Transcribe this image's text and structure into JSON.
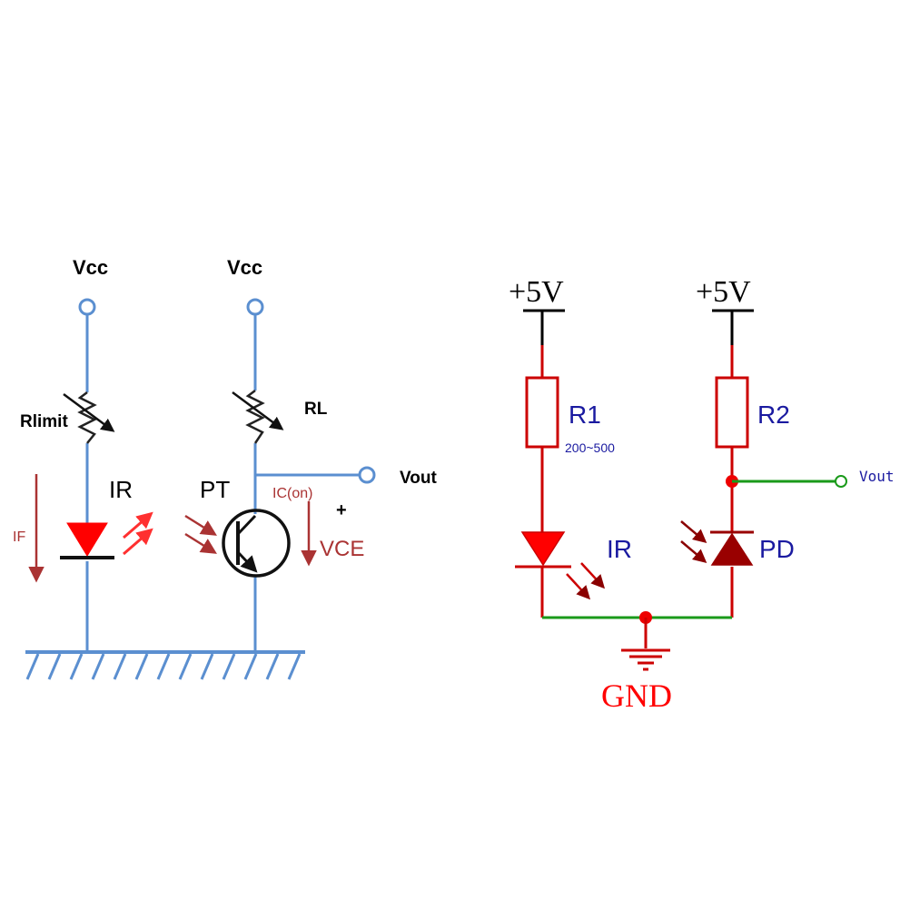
{
  "left_circuit": {
    "vcc_label_1": "Vcc",
    "vcc_label_2": "Vcc",
    "r_limit_label": "Rlimit",
    "r_load_label": "RL",
    "ir_label": "IR",
    "pt_label": "PT",
    "if_label": "IF",
    "ic_label": "IC(on)",
    "plus_label": "+",
    "vce_label": "VCE",
    "vout_label": "Vout",
    "colors": {
      "wire": "#5b8fd0",
      "led": "#ff0000",
      "arrow": "#b04040",
      "text": "#000000"
    }
  },
  "right_circuit": {
    "supply_label_1": "+5V",
    "supply_label_2": "+5V",
    "r1_label": "R1",
    "r1_value": "200~500",
    "r2_label": "R2",
    "ir_label": "IR",
    "pd_label": "PD",
    "vout_label": "Vout",
    "gnd_label": "GND",
    "colors": {
      "wire_top": "#000000",
      "wire_red": "#cc0000",
      "wire_green": "#1a9a1a",
      "led": "#ff0000",
      "pd": "#990000",
      "label_blue": "#1a1aa0",
      "gnd_red": "#ff0000"
    }
  }
}
